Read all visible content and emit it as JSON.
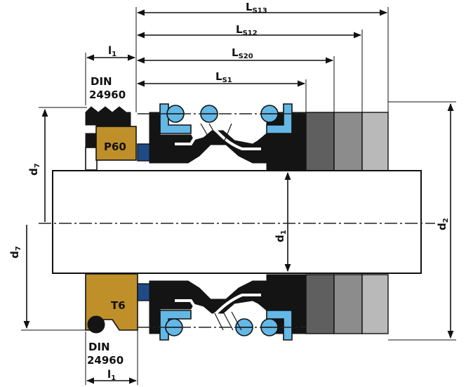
{
  "labels": {
    "l_s13": "L",
    "l_s13_sub": "S13",
    "l_s12": "L",
    "l_s12_sub": "S12",
    "l_s20": "L",
    "l_s20_sub": "S20",
    "l_s1": "L",
    "l_s1_sub": "S1",
    "l1_top": "l",
    "l1_top_sub": "1",
    "l1_bottom": "l",
    "l1_bottom_sub": "1",
    "din_top_line1": "DIN",
    "din_top_line2": "24960",
    "din_bottom_line1": "DIN",
    "din_bottom_line2": "24960",
    "p60": "P60",
    "t6": "T6",
    "d7_top": "d",
    "d7_top_sub": "7",
    "d7_bottom": "d",
    "d7_bottom_sub": "7",
    "d1": "d",
    "d1_sub": "1",
    "d2": "d",
    "d2_sub": "2"
  },
  "colors": {
    "bronze": "#bf8f2a",
    "light_blue": "#63b8e6",
    "navy": "#1e4b86",
    "black": "#141414",
    "gray_dark": "#5f5f5f",
    "gray_mid": "#8c8c8c",
    "gray_light": "#b9b9b9"
  }
}
